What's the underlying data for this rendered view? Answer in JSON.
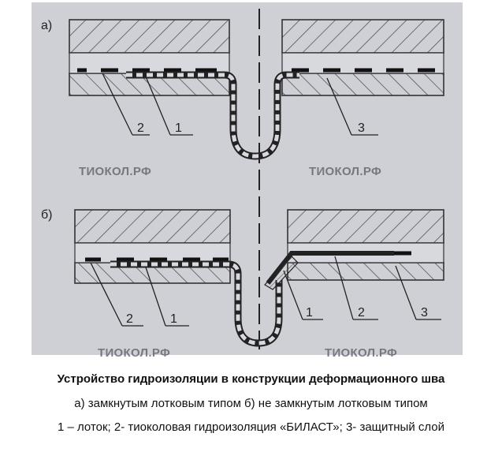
{
  "diagram": {
    "panel_a_label": "а)",
    "panel_b_label": "б)",
    "callouts_a": [
      "2",
      "1",
      "3"
    ],
    "callouts_b": [
      "2",
      "1",
      "1",
      "2",
      "3"
    ],
    "watermark": "ТИОКОЛ.РФ"
  },
  "caption": {
    "title": "Устройство гидроизоляции в конструкции деформационного шва",
    "line2": "а) замкнутым лотковым типом б) не замкнутым лотковым типом",
    "line3": "1 – лоток; 2- тиоколовая гидроизоляция «БИЛАСТ»; 3- защитный слой"
  }
}
